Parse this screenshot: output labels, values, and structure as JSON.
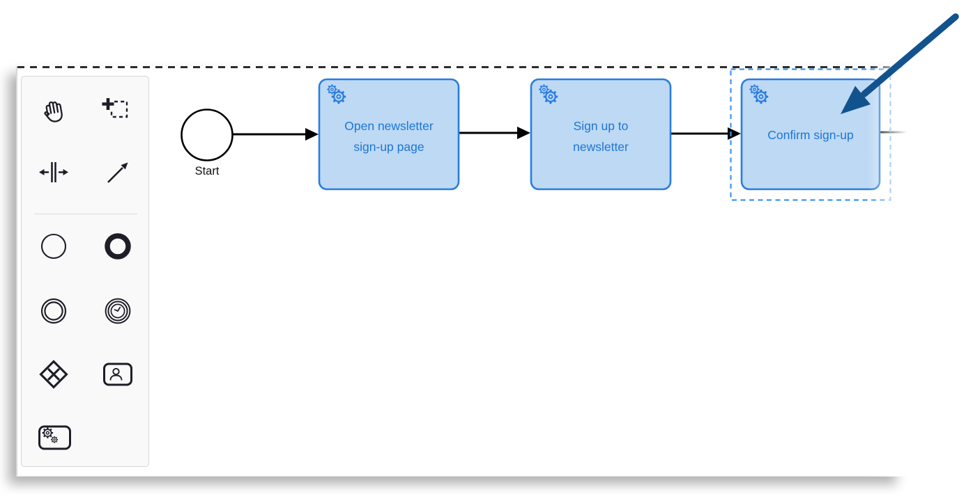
{
  "palette": {
    "tools": [
      {
        "id": "hand-tool"
      },
      {
        "id": "lasso-tool"
      },
      {
        "id": "space-tool"
      },
      {
        "id": "global-connect-tool"
      },
      {
        "id": "create-start-event"
      },
      {
        "id": "create-end-event"
      },
      {
        "id": "create-intermediate-event"
      },
      {
        "id": "create-timer-intermediate-event"
      },
      {
        "id": "create-exclusive-gateway"
      },
      {
        "id": "create-user-task"
      },
      {
        "id": "create-service-task"
      }
    ]
  },
  "diagram": {
    "start_event": {
      "label": "Start"
    },
    "tasks": [
      {
        "type": "service-task",
        "label_lines": [
          "Open newsletter",
          "sign-up page"
        ],
        "selected": false
      },
      {
        "type": "service-task",
        "label_lines": [
          "Sign up to",
          "newsletter"
        ],
        "selected": false
      },
      {
        "type": "service-task",
        "label_lines": [
          "Confirm sign-up"
        ],
        "selected": true
      }
    ],
    "flows": [
      {
        "from": "start-event",
        "to": "task-0"
      },
      {
        "from": "task-0",
        "to": "task-1"
      },
      {
        "from": "task-1",
        "to": "task-2"
      },
      {
        "from": "task-2",
        "to": "offscreen-right"
      }
    ]
  },
  "annotation": {
    "shape": "arrow",
    "points_at": "Confirm sign-up task",
    "color": "#12538e"
  },
  "colors": {
    "task_fill": "#bed9f3",
    "task_stroke": "#2a7ce0",
    "task_text": "#1d76d6",
    "selection_dash": "#3f94ee",
    "flow_stroke": "#000000",
    "palette_icon": "#1e1e28",
    "annotation_arrow": "#12538e"
  }
}
